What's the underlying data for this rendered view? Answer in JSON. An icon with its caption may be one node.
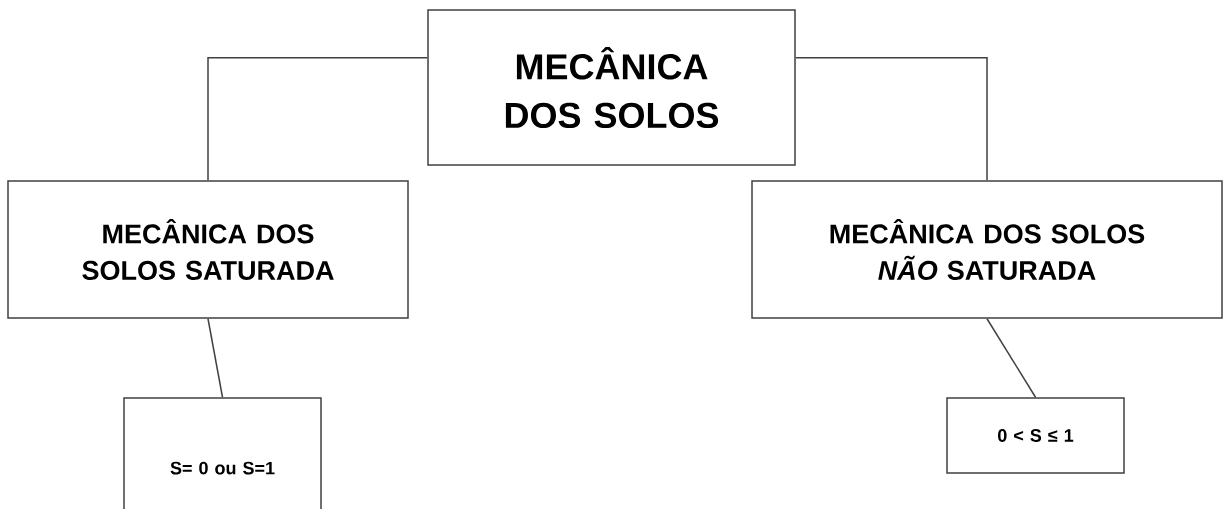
{
  "diagram": {
    "nodes": [
      {
        "text": [
          "MECÂNICA DOS SOLOS"
        ]
      },
      {
        "text": [
          "MECÂNICA DOS SOLOS SATURADA"
        ]
      },
      {
        "text": [
          "MECÂNICA DOS SOLOS *NÃO* SATURADA"
        ]
      },
      {
        "text": [
          "S= 0 ou S=1"
        ]
      },
      {
        "text": [
          "0 < S ≤ 1"
        ]
      }
    ],
    "edges": [
      {
        "from": 0,
        "to": 1,
        "arrow": "none"
      },
      {
        "from": 0,
        "to": 2,
        "arrow": "none"
      },
      {
        "from": 1,
        "to": 3,
        "arrow": "none"
      },
      {
        "from": 2,
        "to": 4,
        "arrow": "none"
      }
    ]
  }
}
